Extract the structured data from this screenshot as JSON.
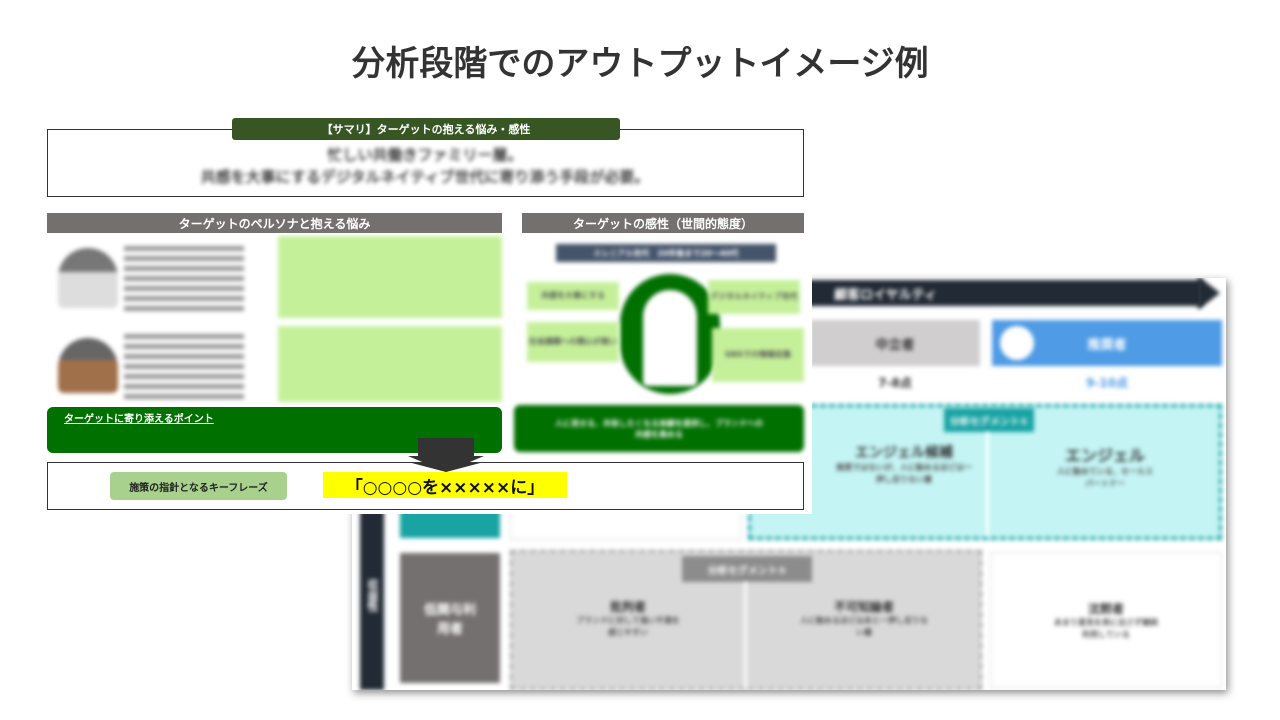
{
  "title": "分析段階でのアウトプットイメージ例",
  "back_image": {
    "axis_label": "顧客ロイヤルティ",
    "side_label": "収益性",
    "neutral": "中立者",
    "promoter": "推奨者",
    "neutral_score": "7-8点",
    "promoter_score": "9-10点",
    "segment1": "分析セグメント①",
    "segment2": "分析セグメント②",
    "angel_candidate": "エンジェル候補",
    "angel_candidate_desc": "推奨ではないが、人に勧めるほどは一押し足りない層",
    "angel": "エンジェル",
    "angel_desc": "人に勧めている、セールスパートナー",
    "low_user": "低関与利用者",
    "opponent": "批判者",
    "opponent_desc": "ブランドに対して強い不満を感じやすい",
    "unknown": "不可知論者",
    "unknown_desc": "人に勧めるほどはあと一押し足りない層",
    "silent": "沈黙者",
    "silent_desc": "あまり意見を表に出さず継続利用している"
  },
  "front_image": {
    "summary_label": "【サマリ】ターゲットの抱える悩み・感性",
    "summary_line1": "忙しい共働きファミリー層。",
    "summary_line2": "共感を大事にするデジタルネイティブ世代に寄り添う手段が必要。",
    "persona_header": "ターゲットのペルソナと抱える悩み",
    "sense_header": "ターゲットの感性（世間的態度）",
    "generation_tag": "ミレニアル世代　20年後まで20〜40代",
    "sense_items": [
      "共感を大事にする",
      "デジタルネイティブ世代",
      "社会課題への関心が高い",
      "SNSでの情報収集"
    ],
    "point_label": "ターゲットに寄り添えるポイント",
    "point_right": "人に見せる、共有したくなる体験を提供し、ブランドへの共感を高める",
    "keyphrase_label": "施策の指針となるキーフレーズ",
    "keyphrase": "「○○○○を×××××に」"
  },
  "colors": {
    "dark_green": "#375623",
    "green": "#007000",
    "light_green": "#c5f09a",
    "gray": "#757070",
    "blue": "#4f9be5",
    "teal": "#19a3a3",
    "yellow": "#ffff00"
  }
}
